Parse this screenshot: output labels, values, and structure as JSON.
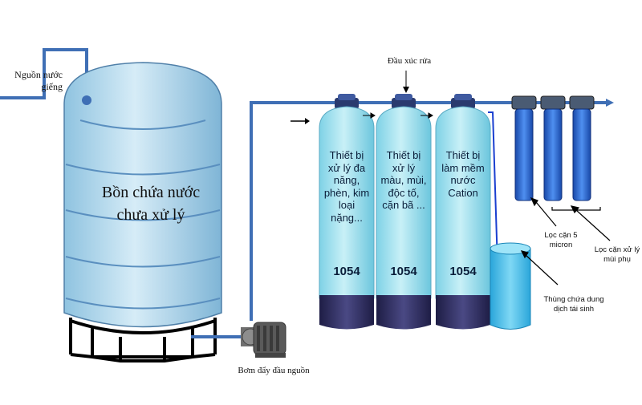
{
  "labels": {
    "well_source": "Nguồn nước giếng",
    "tank": "Bồn chứa nước chưa xử lý",
    "pump": "Bơm đẩy đầu nguồn",
    "backwash_head": "Đầu xúc rửa",
    "column1_text": "Thiết bị xử lý đa năng, phèn, kim loại nặng...",
    "column2_text": "Thiết bị xử lý màu, mùi, độc tố, cặn bã ...",
    "column3_text": "Thiết bị làm mềm nước Cation",
    "column_model": "1054",
    "filter_5micron": "Lọc cặn 5 micron",
    "filter_odor": "Lọc cặn xử lý mùi phụ",
    "brine_tank": "Thùng chứa dung dịch tái sinh"
  },
  "colors": {
    "pipe": "#3f6fb5",
    "tank_fill": "#b9dcef",
    "column_fill": "#a8e3f0",
    "column_base": "#2f2e60",
    "head": "#2a3a6e",
    "cartridge": "#1e5ec8",
    "brine_tank": "#3fb6e6"
  }
}
